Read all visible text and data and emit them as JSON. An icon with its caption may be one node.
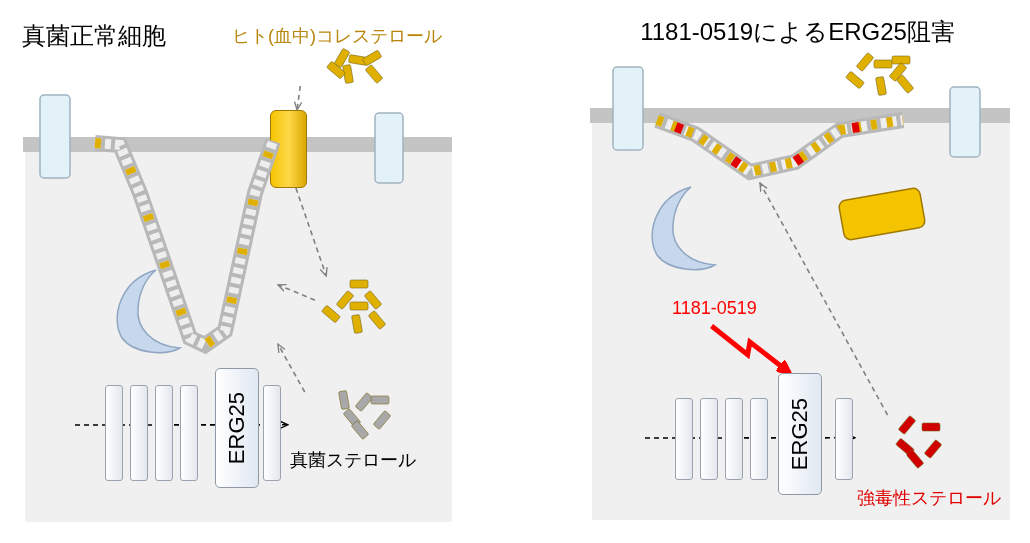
{
  "diagram": {
    "nodes": [
      {
        "text": [
          "真菌正常細胞"
        ]
      },
      {
        "text": [
          "ヒト(血中)コレステロール"
        ]
      },
      {
        "text": [],
        "shape": "box",
        "in": 0
      },
      {
        "text": [],
        "shape": "picture",
        "in": 0
      },
      {
        "text": [],
        "shape": "picture",
        "in": 0
      },
      {
        "text": [],
        "shape": "bar",
        "in": 0
      },
      {
        "text": [],
        "shape": "bar",
        "in": 0
      },
      {
        "text": [],
        "shape": "bar",
        "in": 0
      },
      {
        "text": [],
        "shape": "bar",
        "in": 0
      },
      {
        "text": [
          "ERG25"
        ],
        "in": 0
      },
      {
        "text": [],
        "shape": "bar",
        "in": 0
      },
      {
        "text": [
          "真菌ステロール"
        ],
        "in": 0
      },
      {
        "text": [
          "1181-0519によるERG25阻害"
        ]
      },
      {
        "text": [],
        "shape": "picture"
      },
      {
        "text": [],
        "shape": "picture",
        "in": 12
      },
      {
        "text": [],
        "shape": "box",
        "in": 12
      },
      {
        "text": [
          "1181-0519"
        ],
        "in": 12
      },
      {
        "text": [],
        "shape": "bar",
        "in": 12
      },
      {
        "text": [],
        "shape": "bar",
        "in": 12
      },
      {
        "text": [],
        "shape": "bar",
        "in": 12
      },
      {
        "text": [],
        "shape": "bar",
        "in": 12
      },
      {
        "text": [
          "ERG25"
        ],
        "in": 12
      },
      {
        "text": [],
        "shape": "bar",
        "in": 12
      },
      {
        "text": [
          "強毒性ステロール"
        ],
        "in": 12
      }
    ],
    "edges": [
      {
        "from": 1,
        "to": 2,
        "arrow": "to",
        "style": "dashed"
      },
      {
        "from": 2,
        "to": 4,
        "arrow": "to",
        "style": "dashed"
      },
      {
        "from": 4,
        "to": 3,
        "arrow": "to",
        "style": "dashed"
      },
      {
        "from": 11,
        "to": 3,
        "arrow": "to",
        "style": "dashed"
      },
      {
        "from": null,
        "to": 11,
        "arrow": "to",
        "style": "dashed",
        "color": "#000000"
      },
      {
        "from": 16,
        "to": 21,
        "arrow": "to",
        "style": "thick",
        "color": "#ff0000"
      },
      {
        "from": null,
        "to": 23,
        "arrow": "to",
        "style": "dashed",
        "color": "#000000"
      },
      {
        "from": 23,
        "to": 14,
        "arrow": "to",
        "style": "dashed"
      }
    ]
  }
}
